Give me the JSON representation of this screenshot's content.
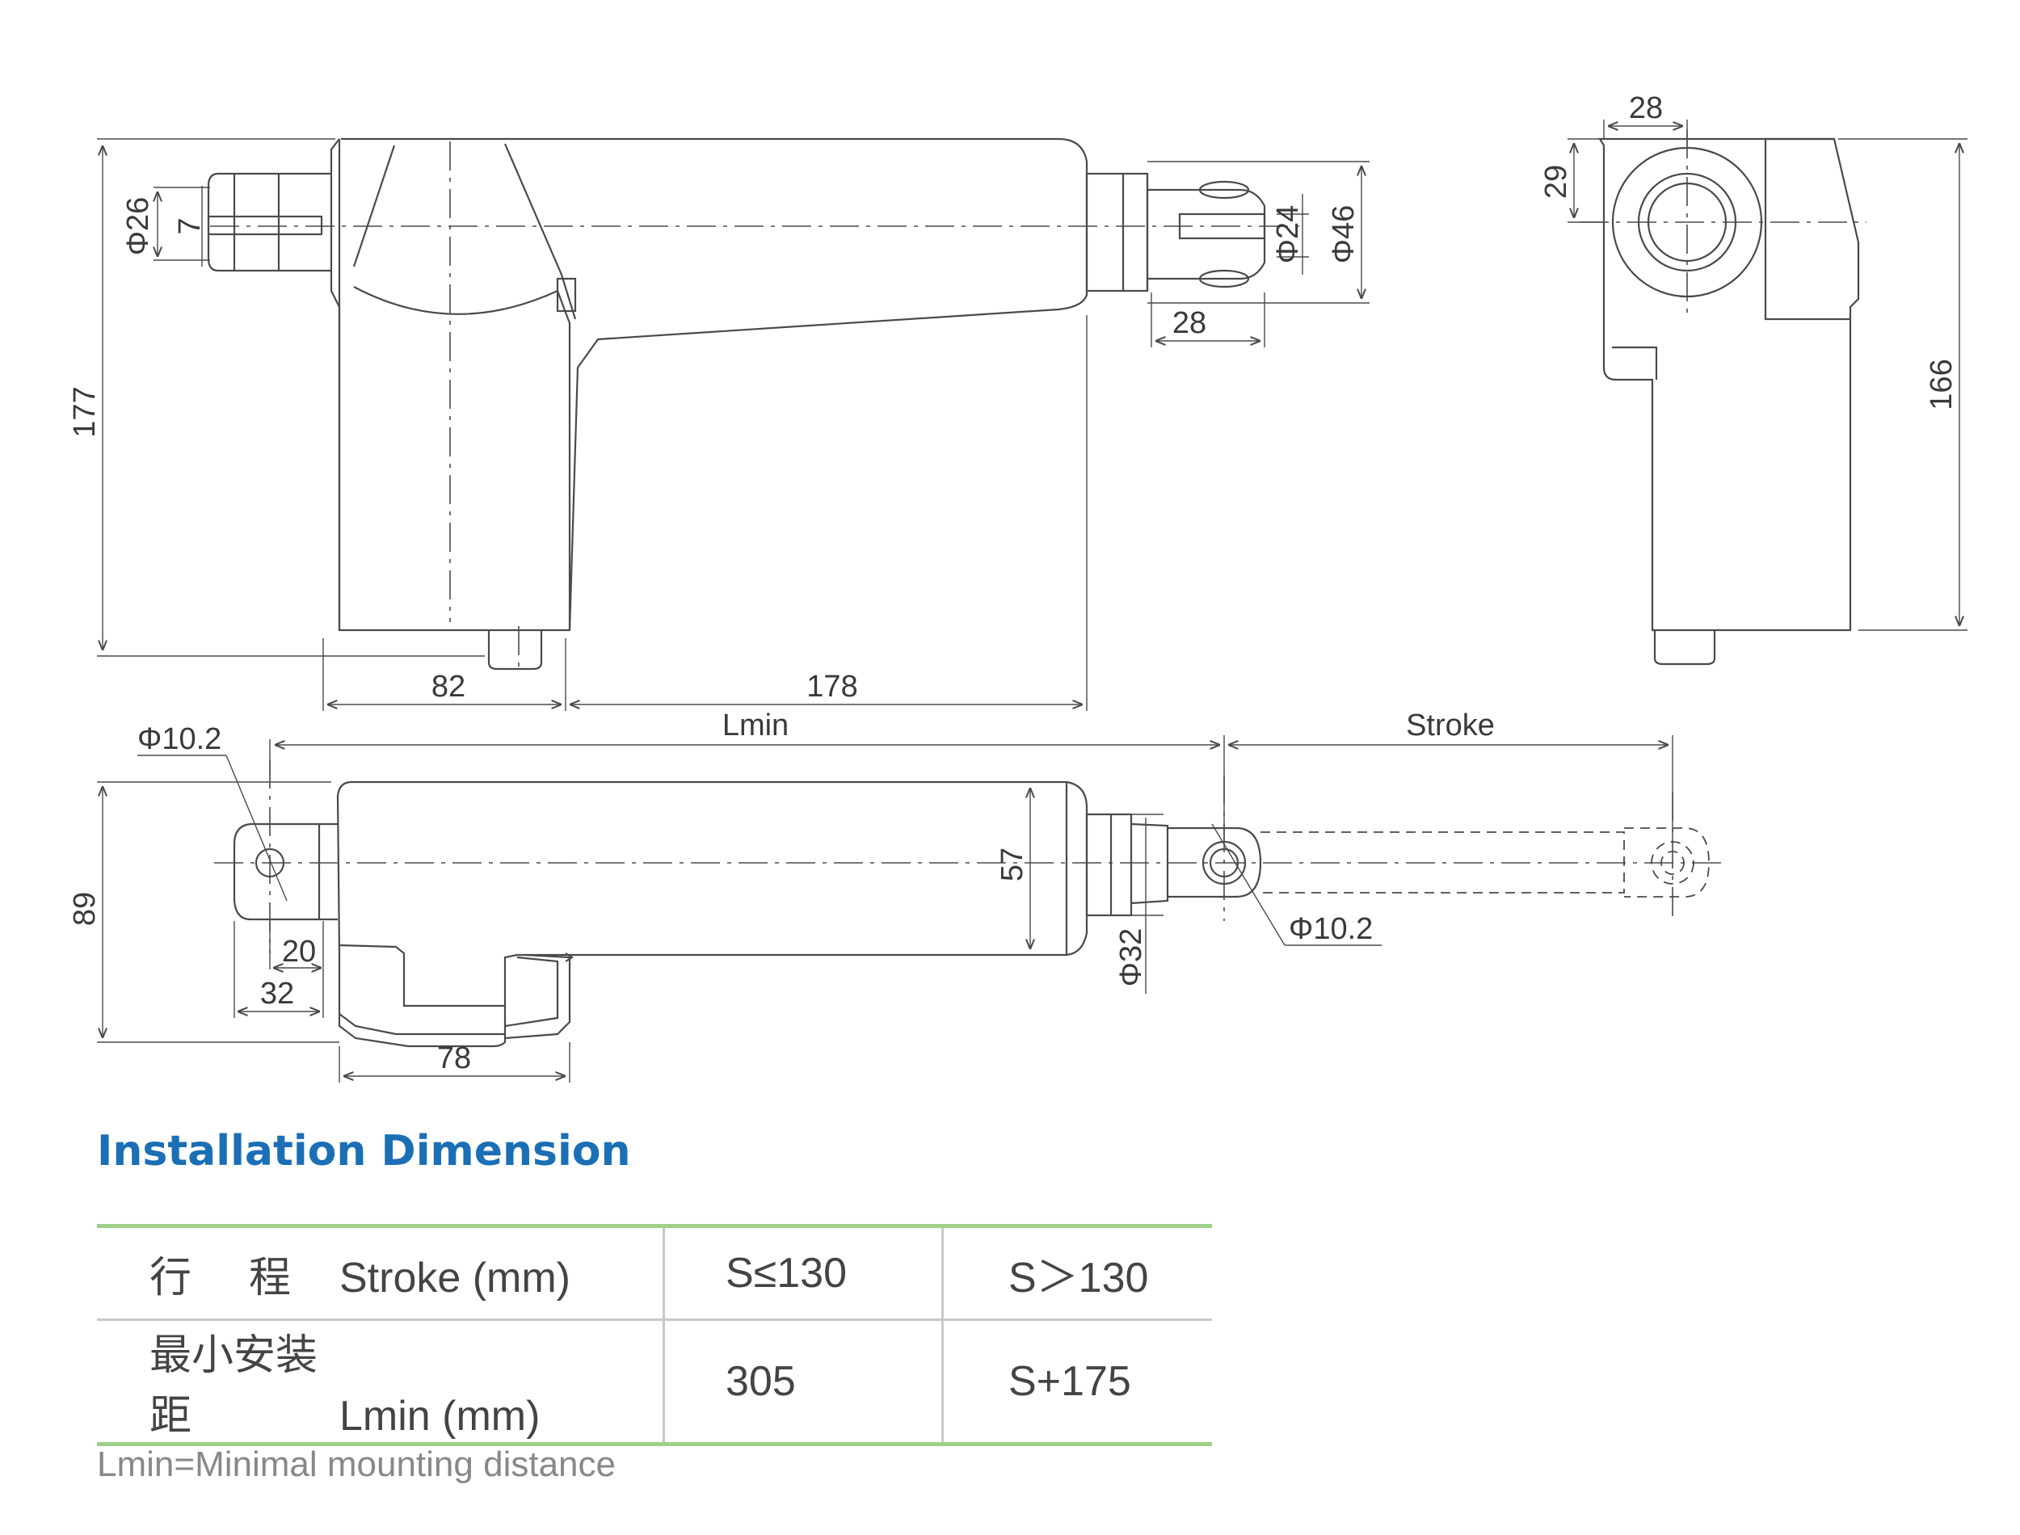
{
  "drawing": {
    "top_view": {
      "dim_left_height": "177",
      "dim_left_dia": "Φ26",
      "dim_left_slot": "7",
      "dim_right_dia_inner": "Φ24",
      "dim_right_dia_outer": "Φ46",
      "dim_right_length": "28",
      "dim_bottom_left": "82",
      "dim_bottom_right": "178"
    },
    "side_view": {
      "dim_top_width": "28",
      "dim_top_offset": "29",
      "dim_height": "166"
    },
    "front_view": {
      "dim_left_hole": "Φ10.2",
      "dim_lmin": "Lmin",
      "dim_stroke": "Stroke",
      "dim_height": "89",
      "dim_body_height": "57",
      "dim_rod_dia": "Φ32",
      "dim_right_hole": "Φ10.2",
      "dim_clevis_20": "20",
      "dim_clevis_32": "32",
      "dim_motor_78": "78"
    }
  },
  "section_title": "Installation Dimension",
  "table": {
    "rows": [
      {
        "cn": [
          "行",
          "程"
        ],
        "en": "Stroke (mm)",
        "v1": "S≤130",
        "v2": "S＞130"
      },
      {
        "cn": [
          "最小安装距"
        ],
        "en": "Lmin (mm)",
        "v1": "305",
        "v2": "S+175"
      }
    ],
    "colors": {
      "accent_rule": "#9fd08a",
      "title": "#1a6fb5"
    }
  },
  "footnote": "Lmin=Minimal mounting distance"
}
